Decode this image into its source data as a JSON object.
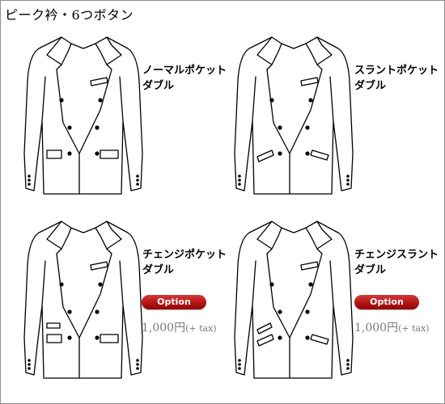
{
  "title": "ピーク衿・6つボタン",
  "items": [
    {
      "line1": "ノーマルポケット",
      "line2": "ダブル",
      "pocket": "normal",
      "option": false
    },
    {
      "line1": "スラントポケット",
      "line2": "ダブル",
      "pocket": "slant",
      "option": false
    },
    {
      "line1": "チェンジポケット",
      "line2": "ダブル",
      "pocket": "change",
      "option": true,
      "option_label": "Option",
      "price": "1,000円",
      "tax": "(+ tax)"
    },
    {
      "line1": "チェンジスラント",
      "line2": "ダブル",
      "pocket": "change-slant",
      "option": true,
      "option_label": "Option",
      "price": "1,000円",
      "tax": "(+ tax)"
    }
  ],
  "colors": {
    "option_badge": "#b51416",
    "price_text": "#7a7a7a",
    "border": "#8c8c8c"
  },
  "icons": [
    "jacket-illustration"
  ]
}
